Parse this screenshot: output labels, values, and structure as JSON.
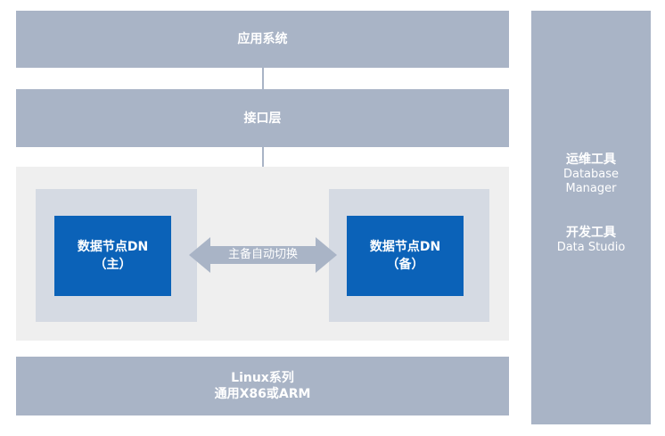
{
  "layers": {
    "application": "应用系统",
    "interface": "接口层",
    "os_line1": "Linux系列",
    "os_line2": "通用X86或ARM"
  },
  "nodes": {
    "primary": {
      "line1": "数据节点DN",
      "line2": "（主）"
    },
    "standby": {
      "line1": "数据节点DN",
      "line2": "（备）"
    }
  },
  "switchover": {
    "label": "主备自动切换"
  },
  "side_panel": {
    "ops_title": "运维工具",
    "ops_sub1": "Database",
    "ops_sub2": "Manager",
    "dev_title": "开发工具",
    "dev_sub": "Data Studio"
  }
}
